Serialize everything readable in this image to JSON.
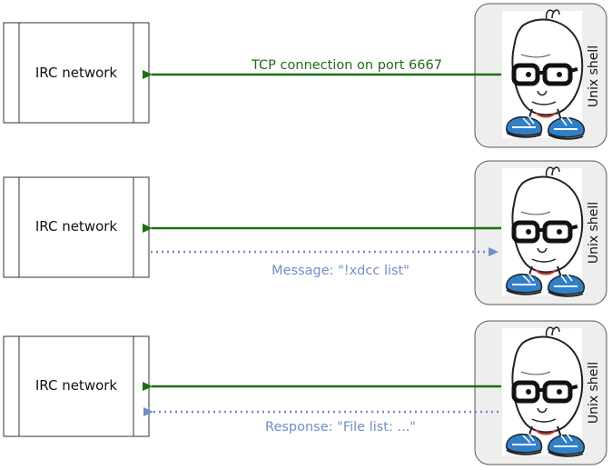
{
  "rows": [
    {
      "network_label": "IRC network",
      "shell_label": "Unix shell",
      "arrow_label": "TCP connection on port 6667",
      "dotted_label": ""
    },
    {
      "network_label": "IRC network",
      "shell_label": "Unix shell",
      "arrow_label": "",
      "dotted_label": "Message: \"!xdcc list\""
    },
    {
      "network_label": "IRC network",
      "shell_label": "Unix shell",
      "arrow_label": "",
      "dotted_label": "Response: \"File list: ...\""
    }
  ],
  "colors": {
    "green_arrow": "#1e6e12",
    "dotted_arrow": "#6f8fc6",
    "box_border": "#333333",
    "shell_bg": "#eeeeee"
  }
}
